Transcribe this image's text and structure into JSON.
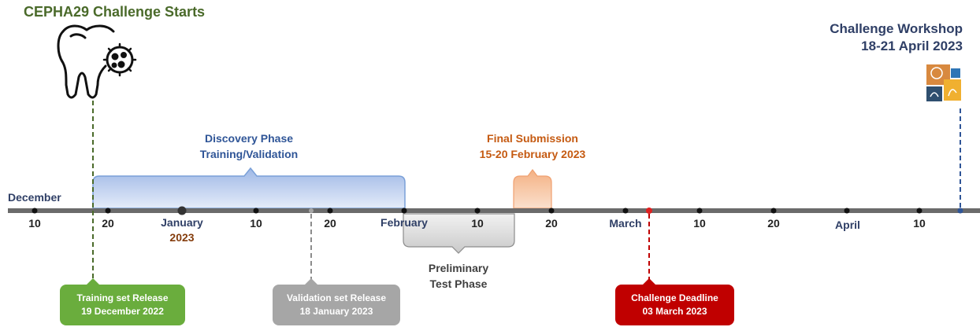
{
  "header": {
    "challenge_start": "CEPHA29 Challenge Starts",
    "workshop_line1": "Challenge Workshop",
    "workshop_line2": "18-21 April 2023"
  },
  "phases": {
    "discovery_line1": "Discovery Phase",
    "discovery_line2": "Training/Validation",
    "final_line1": "Final Submission",
    "final_line2": "15-20 February 2023",
    "preliminary_line1": "Preliminary",
    "preliminary_line2": "Test Phase"
  },
  "timeline": {
    "december": "December",
    "january": "January",
    "year": "2023",
    "february": "February",
    "march": "March",
    "april": "April",
    "ticks": [
      "10",
      "20",
      "10",
      "20",
      "10",
      "20",
      "10",
      "20",
      "10"
    ]
  },
  "boxes": {
    "training_line1": "Training set Release",
    "training_line2": "19 December 2022",
    "validation_line1": "Validation set Release",
    "validation_line2": "18 January 2023",
    "deadline_line1": "Challenge Deadline",
    "deadline_line2": "03 March 2023"
  },
  "colors": {
    "green": "#6aad3d",
    "gray": "#a6a6a6",
    "red": "#c00000",
    "blue_phase": "#2f5597",
    "orange": "#c55a11",
    "navy": "#2f3f66"
  },
  "icons": [
    "tooth-virus-icon",
    "medical-imaging-logo-icon"
  ]
}
